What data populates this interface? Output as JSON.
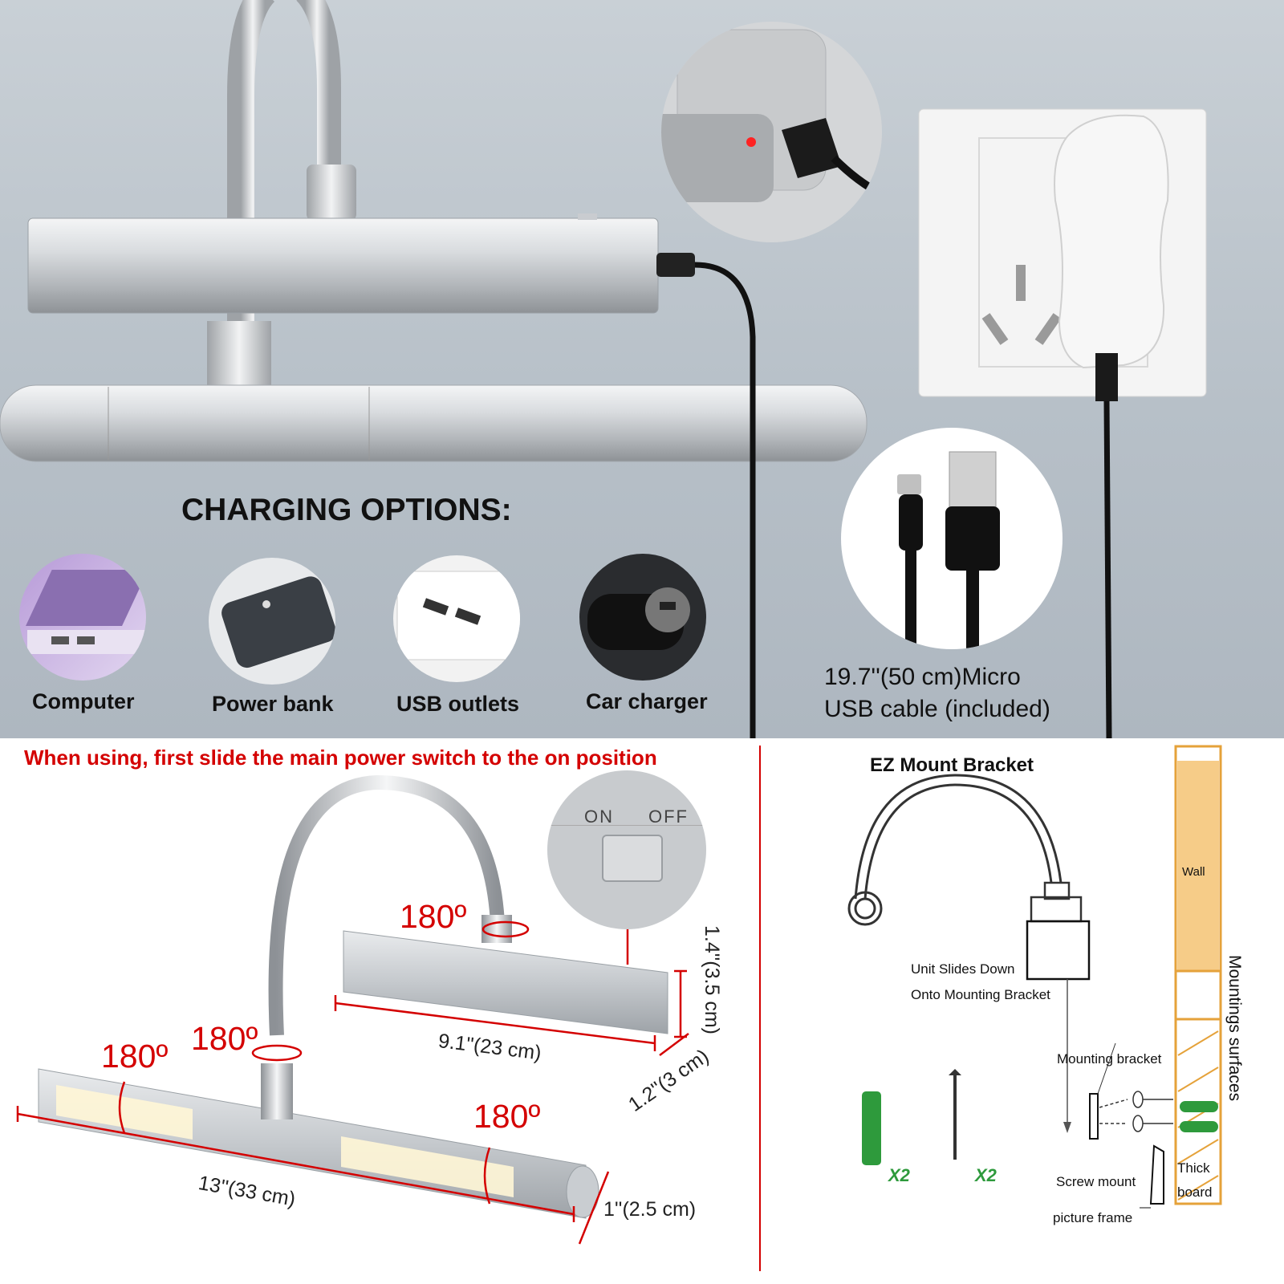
{
  "charging": {
    "heading": "CHARGING OPTIONS:",
    "options": [
      {
        "label": "Computer"
      },
      {
        "label": "Power bank"
      },
      {
        "label": "USB outlets"
      },
      {
        "label": "Car charger"
      }
    ],
    "cable_line1": "19.7''(50 cm)Micro",
    "cable_line2": "USB cable (included)"
  },
  "instruction": "When using, first slide the main power switch to the on position",
  "switch": {
    "on": "ON",
    "off": "OFF"
  },
  "dimensions": {
    "rotation_a": "180º",
    "rotation_b": "180º",
    "rotation_c": "180º",
    "rotation_d": "180º",
    "bar_length": "13''(33 cm)",
    "bar_diameter": "1''(2.5 cm)",
    "head_length": "9.1''(23 cm)",
    "head_height": "1.4''(3.5 cm)",
    "head_depth": "1.2''(3 cm)"
  },
  "mount": {
    "title": "EZ Mount Bracket",
    "slides_line1": "Unit Slides Down",
    "slides_line2": "Onto Mounting Bracket",
    "mounting_bracket": "Mounting bracket",
    "screw_mount": "Screw mount",
    "picture_frame": "picture frame",
    "wall": "Wall",
    "thick": "Thick",
    "board": "board",
    "surfaces": "Mountings surfaces",
    "anchor_qty": "X2",
    "screw_qty": "X2"
  },
  "colors": {
    "accent_red": "#d40000",
    "qty_green": "#2e9a3c"
  }
}
